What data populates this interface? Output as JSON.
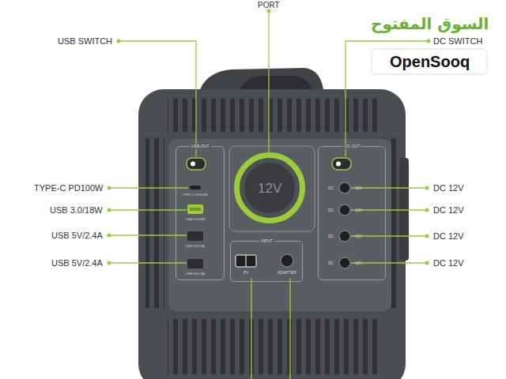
{
  "diagram": {
    "nodes": [
      {
        "text": [
          "USB-OUT"
        ]
      },
      {
        "text": [
          "12V"
        ]
      },
      {
        "text": [
          "DC-OUT"
        ]
      },
      {
        "text": [
          "INPUT"
        ]
      }
    ],
    "labels": [
      "PORT",
      "USB SWITCH",
      "DC SWITCH",
      "السوق المفتوح",
      "OpenSooq",
      "TYPE-C PD100W",
      "DC 12V",
      "USB 3.0/18W",
      "DC 12V",
      "USB 5V/2.4A",
      "DC 12V",
      "USB 5V/2.4A",
      "DC 12V",
      "TYPE-C PD100W",
      "USB 3.0/18W",
      "USB 5V/2.4A",
      "USB 5V/2.4A",
      "DC",
      "12V",
      "DC",
      "12V",
      "DC",
      "12V",
      "DC",
      "12V",
      "PV",
      "ADAPTER"
    ]
  }
}
